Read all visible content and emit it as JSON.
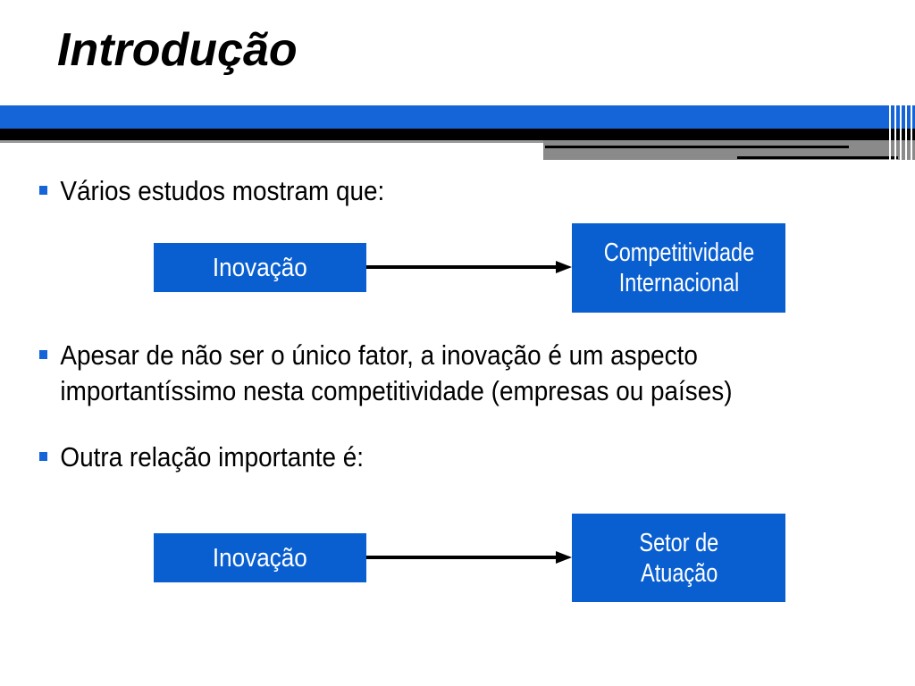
{
  "slide": {
    "title": "Introdução",
    "bullets": [
      {
        "lines": [
          "Vários estudos mostram que:"
        ]
      },
      {
        "lines": [
          "Apesar de não ser o único fator, a inovação é um aspecto",
          "importantíssimo nesta competitividade (empresas ou países)"
        ]
      },
      {
        "lines": [
          "Outra relação importante é:"
        ]
      }
    ],
    "diagram1": {
      "source": "Inovação",
      "target_lines": [
        "Competitividade",
        "Internacional"
      ]
    },
    "diagram2": {
      "source": "Inovação",
      "target_lines": [
        "Setor de",
        "Atuação"
      ]
    }
  },
  "colors": {
    "accent_blue": "#1565d8",
    "box_blue": "#0a5fd0",
    "box_text": "#ffffff",
    "bar_black": "#000000",
    "bar_gray": "#8a8a8a"
  }
}
